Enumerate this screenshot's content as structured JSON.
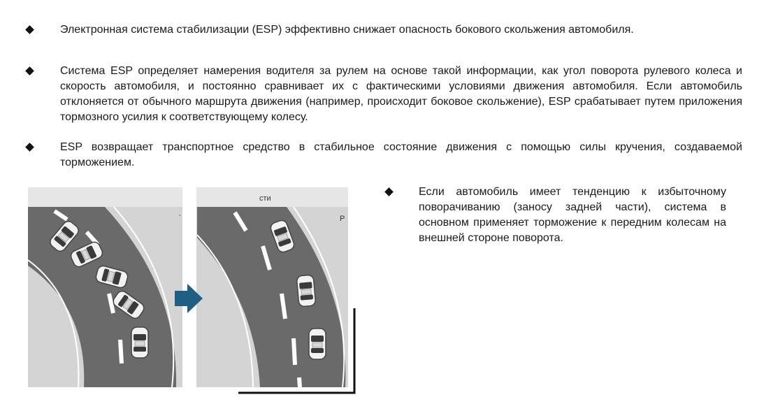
{
  "bullets": [
    {
      "text": "Электронная система стабилизации (ESP) эффективно снижает опасность бокового скольжения автомобиля."
    },
    {
      "text": "Система ESP определяет намерения водителя за рулем на основе такой информации, как угол поворота рулевого колеса и скорость автомобиля, и постоянно сравнивает их с фактическими условиями движения автомобиля. Если автомобиль отклоняется от обычного маршрута движения (например, происходит боковое скольжение), ESP срабатывает путем приложения тормозного усилия к соответствующему колесу."
    },
    {
      "text": "ESP возвращает транспортное средство в стабильное состояние движения с помощью силы кручения, создаваемой торможением."
    },
    {
      "text": "Если автомобиль имеет тенденцию к избыточному поворачиванию (заносу задней части), система в основном применяет торможение к передним колесам на внешней стороне поворота."
    }
  ],
  "figure": {
    "left_caption": "",
    "right_caption_fragment": "сти",
    "right_edge_fragment": "Р",
    "arrow_color": "#1f5f86",
    "road_color": "#6a6a6a",
    "background_color": "#d4d4d4"
  }
}
